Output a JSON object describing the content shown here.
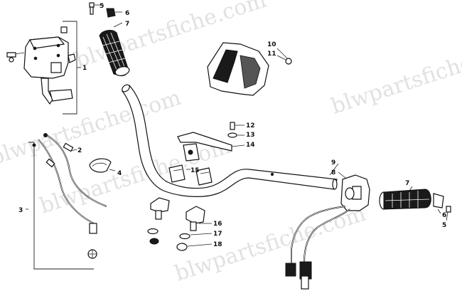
{
  "watermark": "blwpartsfiche.com",
  "callouts": {
    "c1": "1",
    "c2": "2",
    "c3": "3",
    "c4": "4",
    "c5a": "5",
    "c5b": "5",
    "c6a": "6",
    "c6b": "6",
    "c7a": "7",
    "c7b": "7",
    "c8": "8",
    "c9": "9",
    "c10": "10",
    "c11": "11",
    "c12": "12",
    "c13": "13",
    "c14": "14",
    "c15": "15",
    "c16": "16",
    "c17": "17",
    "c18": "18"
  }
}
